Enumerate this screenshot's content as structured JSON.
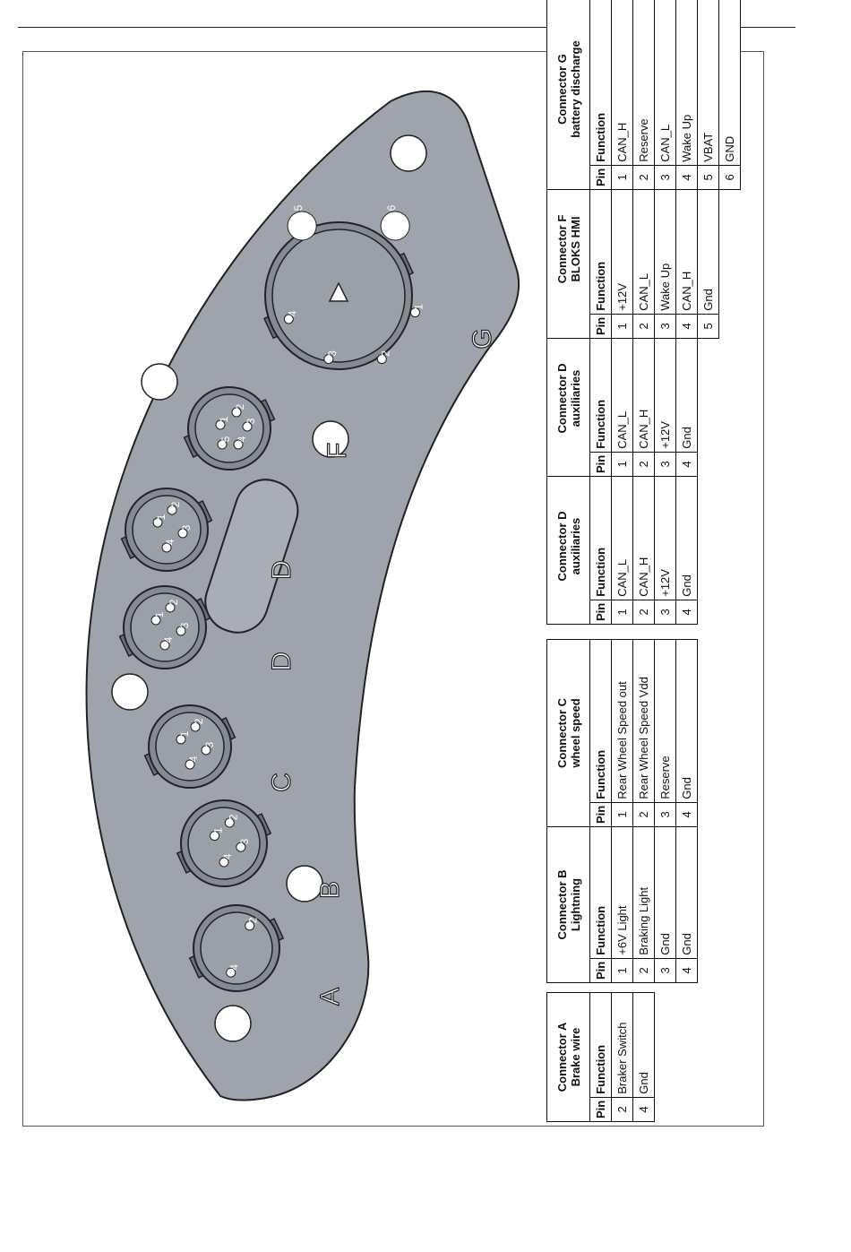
{
  "diagram": {
    "plate_letters": [
      "A",
      "B",
      "C",
      "D",
      "D",
      "F",
      "G"
    ],
    "connector_pins": {
      "A": [
        "2",
        "4"
      ],
      "B": [
        "1",
        "2",
        "3",
        "4"
      ],
      "C": [
        "1",
        "2",
        "3",
        "4"
      ],
      "D1": [
        "1",
        "2",
        "3",
        "4"
      ],
      "D2": [
        "1",
        "2",
        "3",
        "4"
      ],
      "F": [
        "1",
        "2",
        "3",
        "4",
        "5"
      ],
      "G": [
        "1",
        "2",
        "3",
        "4",
        "5",
        "6"
      ]
    },
    "colors": {
      "plate": "#9fa3ab",
      "plate_edge": "#222222",
      "socket": "#ffffff"
    }
  },
  "tables": [
    {
      "title_line1": "Connector A",
      "title_line2": "Brake wire",
      "pin_header": "Pin",
      "function_header": "Function",
      "rows": [
        {
          "pin": "2",
          "function": "Braker Switch"
        },
        {
          "pin": "4",
          "function": "Gnd"
        }
      ]
    },
    {
      "title_line1": "Connector B",
      "title_line2": "Lightning",
      "pin_header": "Pin",
      "function_header": "Function",
      "rows": [
        {
          "pin": "1",
          "function": "+6V Light"
        },
        {
          "pin": "2",
          "function": "Braking Light"
        },
        {
          "pin": "3",
          "function": "Gnd"
        },
        {
          "pin": "4",
          "function": "Gnd"
        }
      ]
    },
    {
      "title_line1": "Connector C",
      "title_line2": "wheel speed",
      "pin_header": "Pin",
      "function_header": "Function",
      "rows": [
        {
          "pin": "1",
          "function": "Rear Wheel Speed out"
        },
        {
          "pin": "2",
          "function": "Rear Wheel Speed Vdd"
        },
        {
          "pin": "3",
          "function": "Reserve"
        },
        {
          "pin": "4",
          "function": "Gnd"
        }
      ]
    },
    {
      "title_line1": "Connector D",
      "title_line2": "auxiliaries",
      "pin_header": "Pin",
      "function_header": "Function",
      "rows": [
        {
          "pin": "1",
          "function": "CAN_L"
        },
        {
          "pin": "2",
          "function": "CAN_H"
        },
        {
          "pin": "3",
          "function": "+12V"
        },
        {
          "pin": "4",
          "function": "Gnd"
        }
      ]
    },
    {
      "title_line1": "Connector D",
      "title_line2": "auxiliaries",
      "pin_header": "Pin",
      "function_header": "Function",
      "rows": [
        {
          "pin": "1",
          "function": "CAN_L"
        },
        {
          "pin": "2",
          "function": "CAN_H"
        },
        {
          "pin": "3",
          "function": "+12V"
        },
        {
          "pin": "4",
          "function": "Gnd"
        }
      ]
    },
    {
      "title_line1": "Connector F",
      "title_line2": "BLOKS HMI",
      "pin_header": "Pin",
      "function_header": "Function",
      "rows": [
        {
          "pin": "1",
          "function": "+12V"
        },
        {
          "pin": "2",
          "function": "CAN_L"
        },
        {
          "pin": "3",
          "function": "Wake Up"
        },
        {
          "pin": "4",
          "function": "CAN_H"
        },
        {
          "pin": "5",
          "function": "Gnd"
        }
      ]
    },
    {
      "title_line1": "Connector G",
      "title_line2": "battery discharge",
      "pin_header": "Pin",
      "function_header": "Function",
      "rows": [
        {
          "pin": "1",
          "function": "CAN_H"
        },
        {
          "pin": "2",
          "function": "Reserve"
        },
        {
          "pin": "3",
          "function": "CAN_L"
        },
        {
          "pin": "4",
          "function": "Wake Up"
        },
        {
          "pin": "5",
          "function": "VBAT"
        },
        {
          "pin": "6",
          "function": "GND"
        }
      ]
    }
  ]
}
